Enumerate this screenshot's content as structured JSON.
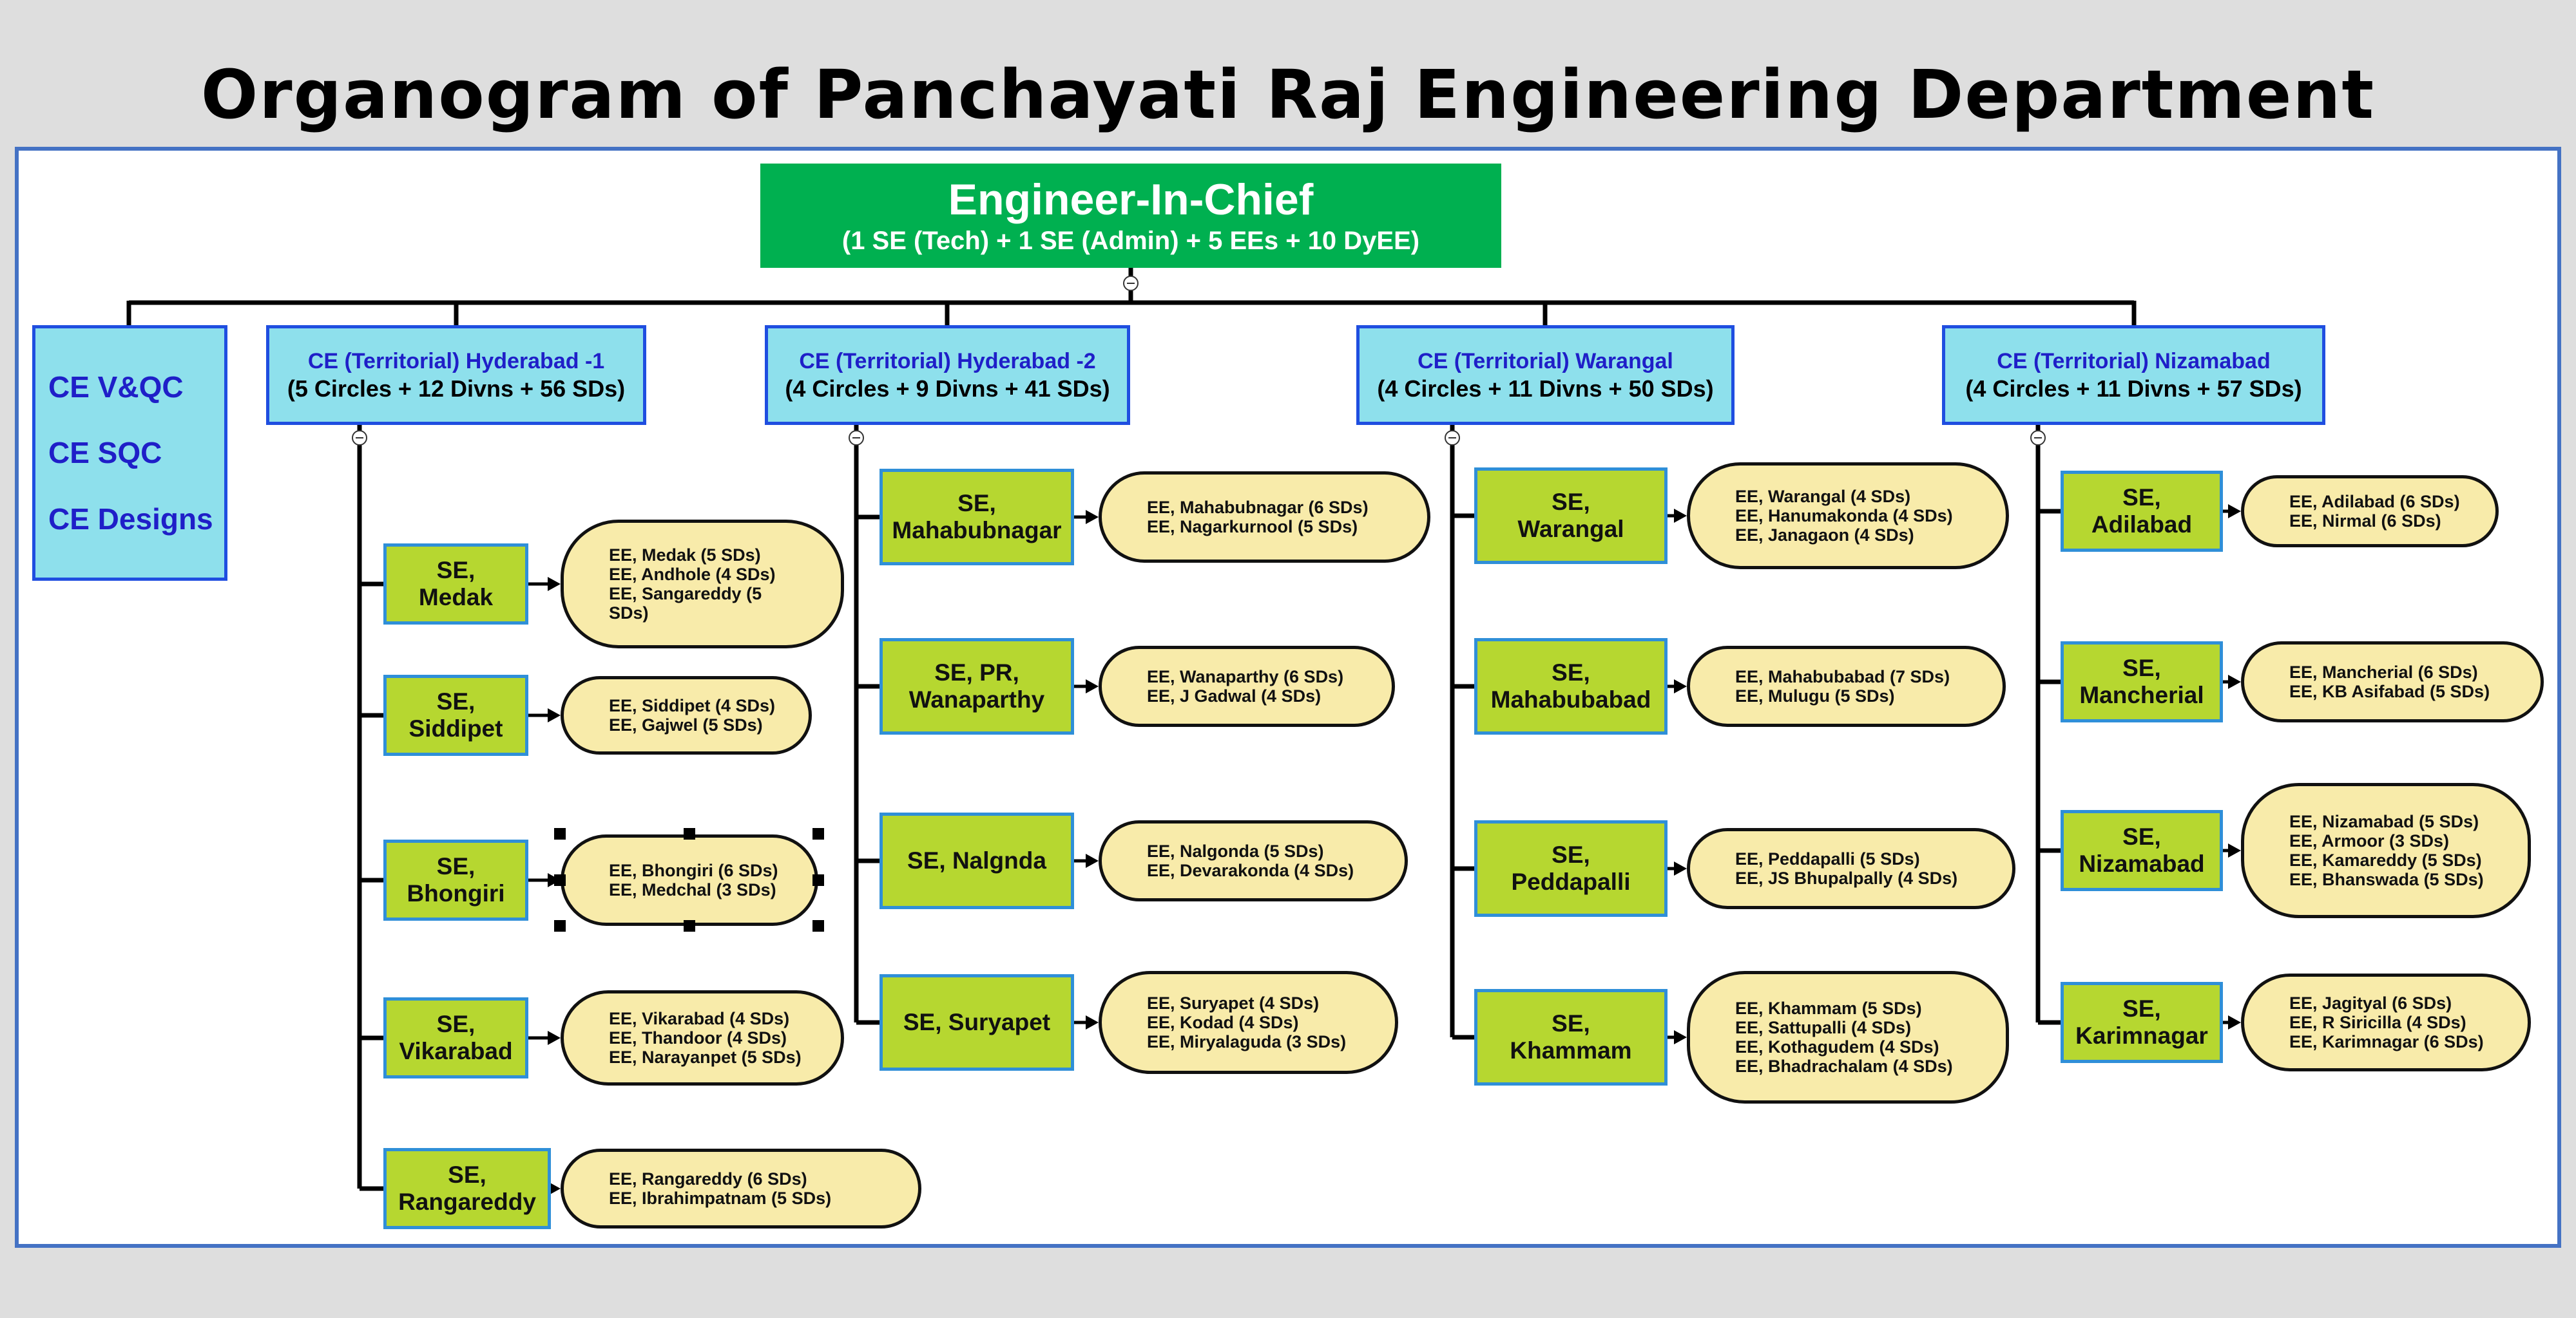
{
  "title": "Organogram of Panchayati Raj Engineering Department",
  "root": {
    "name": "Engineer-In-Chief",
    "sub": "(1 SE (Tech) + 1 SE (Admin) + 5 EEs + 10 DyEE)"
  },
  "side_units": [
    "CE V&QC",
    "CE SQC",
    "CE Designs"
  ],
  "chiefs": [
    {
      "name": "CE (Territorial) Hyderabad -1",
      "sub": "(5 Circles + 12 Divns +  56 SDs)",
      "circles": [
        {
          "se": [
            "SE,",
            "Medak"
          ],
          "ee": [
            "EE, Medak (5 SDs)",
            "EE, Andhole (4 SDs)",
            "EE,  Sangareddy (5",
            "SDs)"
          ]
        },
        {
          "se": [
            "SE,",
            "Siddipet"
          ],
          "ee": [
            "EE, Siddipet (4 SDs)",
            "EE, Gajwel (5 SDs)"
          ]
        },
        {
          "se": [
            "SE,",
            "Bhongiri"
          ],
          "ee": [
            "EE, Bhongiri (6 SDs)",
            "EE, Medchal (3 SDs)"
          ]
        },
        {
          "se": [
            "SE,",
            "Vikarabad"
          ],
          "ee": [
            "EE, Vikarabad (4 SDs)",
            "EE, Thandoor (4 SDs)",
            "EE, Narayanpet (5 SDs)"
          ]
        },
        {
          "se": [
            "SE,",
            "Rangareddy"
          ],
          "ee": [
            "EE, Rangareddy (6 SDs)",
            "EE, Ibrahimpatnam (5 SDs)"
          ]
        }
      ]
    },
    {
      "name": "CE (Territorial) Hyderabad -2",
      "sub": "(4 Circles + 9 Divns +  41 SDs)",
      "circles": [
        {
          "se": [
            "SE,",
            "Mahabubnagar"
          ],
          "ee": [
            "EE, Mahabubnagar (6 SDs)",
            "EE, Nagarkurnool (5 SDs)"
          ]
        },
        {
          "se": [
            "SE, PR,",
            "Wanaparthy"
          ],
          "ee": [
            "EE, Wanaparthy (6 SDs)",
            "EE, J Gadwal (4 SDs)"
          ]
        },
        {
          "se": [
            "SE, Nalgnda"
          ],
          "ee": [
            "EE, Nalgonda (5 SDs)",
            "EE, Devarakonda (4 SDs)"
          ]
        },
        {
          "se": [
            "SE, Suryapet"
          ],
          "ee": [
            "EE, Suryapet (4 SDs)",
            "EE, Kodad (4 SDs)",
            "EE, Miryalaguda (3 SDs)"
          ]
        }
      ]
    },
    {
      "name": "CE (Territorial) Warangal",
      "sub": "(4 Circles + 11 Divns +  50 SDs)",
      "circles": [
        {
          "se": [
            "SE,",
            "Warangal"
          ],
          "ee": [
            "EE, Warangal (4 SDs)",
            "EE, Hanumakonda (4 SDs)",
            "EE, Janagaon (4 SDs)"
          ]
        },
        {
          "se": [
            "SE,",
            "Mahabubabad"
          ],
          "ee": [
            "EE, Mahabubabad (7 SDs)",
            "EE, Mulugu (5 SDs)"
          ]
        },
        {
          "se": [
            "SE,",
            "Peddapalli"
          ],
          "ee": [
            "EE, Peddapalli (5 SDs)",
            "EE, JS Bhupalpally (4 SDs)"
          ]
        },
        {
          "se": [
            "SE,",
            "Khammam"
          ],
          "ee": [
            "EE, Khammam (5 SDs)",
            "EE, Sattupalli (4 SDs)",
            "EE, Kothagudem (4 SDs)",
            "EE, Bhadrachalam (4 SDs)"
          ]
        }
      ]
    },
    {
      "name": "CE (Territorial) Nizamabad",
      "sub": "(4 Circles + 11 Divns +  57 SDs)",
      "circles": [
        {
          "se": [
            "SE,",
            "Adilabad"
          ],
          "ee": [
            "EE, Adilabad (6 SDs)",
            "EE, Nirmal (6 SDs)"
          ]
        },
        {
          "se": [
            "SE,",
            "Mancherial"
          ],
          "ee": [
            "EE, Mancherial (6 SDs)",
            "EE, KB Asifabad (5 SDs)"
          ]
        },
        {
          "se": [
            "SE,",
            "Nizamabad"
          ],
          "ee": [
            "EE, Nizamabad (5 SDs)",
            "EE, Armoor (3 SDs)",
            "EE, Kamareddy (5 SDs)",
            "EE, Bhanswada (5 SDs)"
          ]
        },
        {
          "se": [
            "SE,",
            "Karimnagar"
          ],
          "ee": [
            "EE, Jagityal (6 SDs)",
            "EE, R Siricilla (4 SDs)",
            "EE, Karimnagar (6 SDs)"
          ]
        }
      ]
    }
  ]
}
